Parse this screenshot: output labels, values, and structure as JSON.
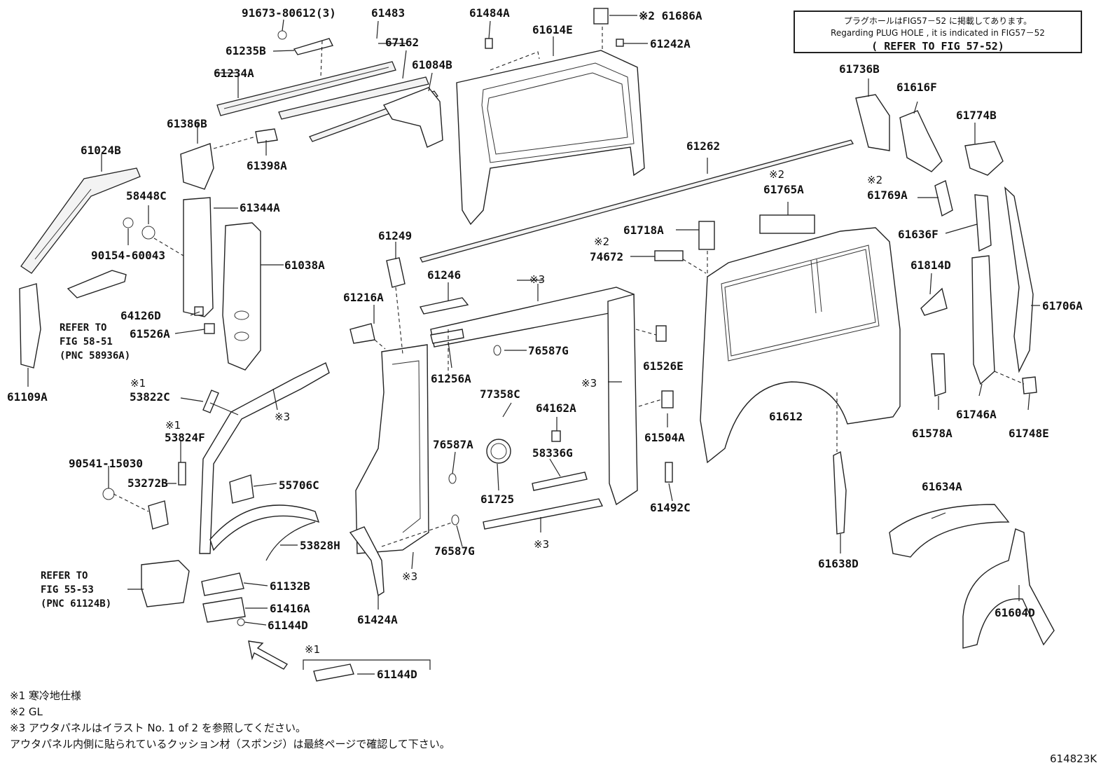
{
  "notice": {
    "line1": "プラグホールはFIG57－52 に掲載してあります。",
    "line2": "Regarding PLUG HOLE , it is indicated in FIG57－52",
    "line3": "( REFER TO FIG 57-52)"
  },
  "parts": {
    "p91673": "91673-80612(3)",
    "p61483": "61483",
    "p61484A": "61484A",
    "p61614E": "61614E",
    "p61686A": "※2 61686A",
    "p61242A": "61242A",
    "p61235B": "61235B",
    "p67162": "67162",
    "p61234A": "61234A",
    "p61084B": "61084B",
    "p61386B": "61386B",
    "p61398A": "61398A",
    "p61024B": "61024B",
    "p58448C": "58448C",
    "p61344A": "61344A",
    "p90154": "90154-60043",
    "p61038A": "61038A",
    "p64126D": "64126D",
    "p61526A": "61526A",
    "p61109A": "61109A",
    "p53822C": "53822C",
    "p53824F": "53824F",
    "p90541": "90541-15030",
    "p53272B": "53272B",
    "p55706C": "55706C",
    "p53828H": "53828H",
    "p61132B": "61132B",
    "p61416A": "61416A",
    "p61144D_a": "61144D",
    "p61144D_b": "61144D",
    "p61424A": "61424A",
    "p61249": "61249",
    "p61216A": "61216A",
    "p61246": "61246",
    "p61256A": "61256A",
    "p76587G_a": "76587G",
    "p76587G_b": "76587G",
    "p77358C": "77358C",
    "p64162A": "64162A",
    "p76587A": "76587A",
    "p58336G": "58336G",
    "p61725": "61725",
    "p61262": "61262",
    "p61765A": "61765A",
    "p61718A": "61718A",
    "p74672": "74672",
    "p61526E": "61526E",
    "p61504A": "61504A",
    "p61492C": "61492C",
    "p61612": "61612",
    "p61638D": "61638D",
    "p61736B": "61736B",
    "p61616F": "61616F",
    "p61774B": "61774B",
    "p61769A": "61769A",
    "p61636F": "61636F",
    "p61814D": "61814D",
    "p61706A": "61706A",
    "p61746A": "61746A",
    "p61748E": "61748E",
    "p61578A": "61578A",
    "p61634A": "61634A",
    "p61604D": "61604D"
  },
  "marks": {
    "m1": "※1",
    "m2": "※2",
    "m3": "※3"
  },
  "refs": {
    "ref1_l1": "REFER TO",
    "ref1_l2": "FIG 58-51",
    "ref1_l3": "(PNC 58936A)",
    "ref2_l1": "REFER TO",
    "ref2_l2": "FIG 55-53",
    "ref2_l3": "(PNC 61124B)"
  },
  "footnotes": {
    "f1": "※1 寒冷地仕様",
    "f2": "※2 GL",
    "f3": "※3 アウタパネルはイラスト No. 1 of 2 を参照してください。",
    "f4": "アウタパネル内側に貼られているクッション材（スポンジ）は最終ページで確認して下さい。"
  },
  "figure_code": "614823K"
}
